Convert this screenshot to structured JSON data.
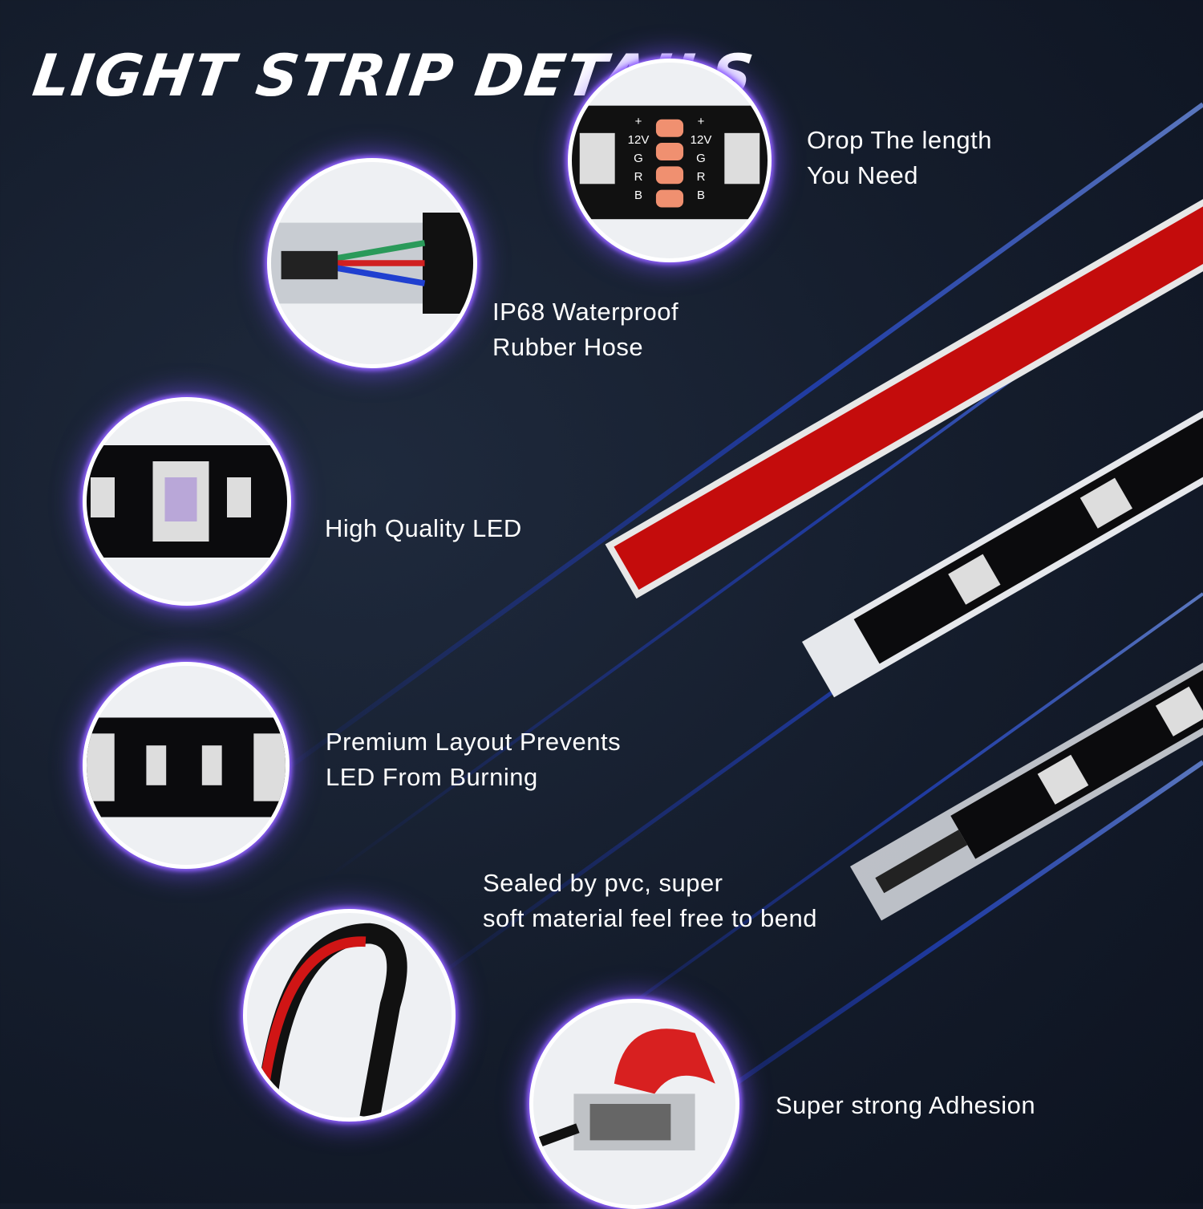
{
  "title": "LIGHT STRIP DETAILS",
  "features": [
    {
      "icon": "cut-point-closeup",
      "lines": [
        "Orop The length",
        "You Need"
      ]
    },
    {
      "icon": "waterproof-hose-closeup",
      "lines": [
        "IP68 Waterproof",
        "Rubber Hose"
      ]
    },
    {
      "icon": "led-chip-closeup",
      "lines": [
        "High Quality LED"
      ]
    },
    {
      "icon": "led-layout-closeup",
      "lines": [
        "Premium Layout Prevents",
        "LED From Burning"
      ]
    },
    {
      "icon": "bent-strip-closeup",
      "lines": [
        "Sealed by pvc, super",
        "soft material feel free to bend"
      ]
    },
    {
      "icon": "adhesive-tape-closeup",
      "lines": [
        "Super strong Adhesion"
      ]
    }
  ],
  "pad_labels": [
    "+",
    "12V",
    "G",
    "R",
    "B"
  ],
  "colors": {
    "accent": "#7b4dff",
    "tape": "#c40c0c",
    "glow": "#2f5bff"
  }
}
